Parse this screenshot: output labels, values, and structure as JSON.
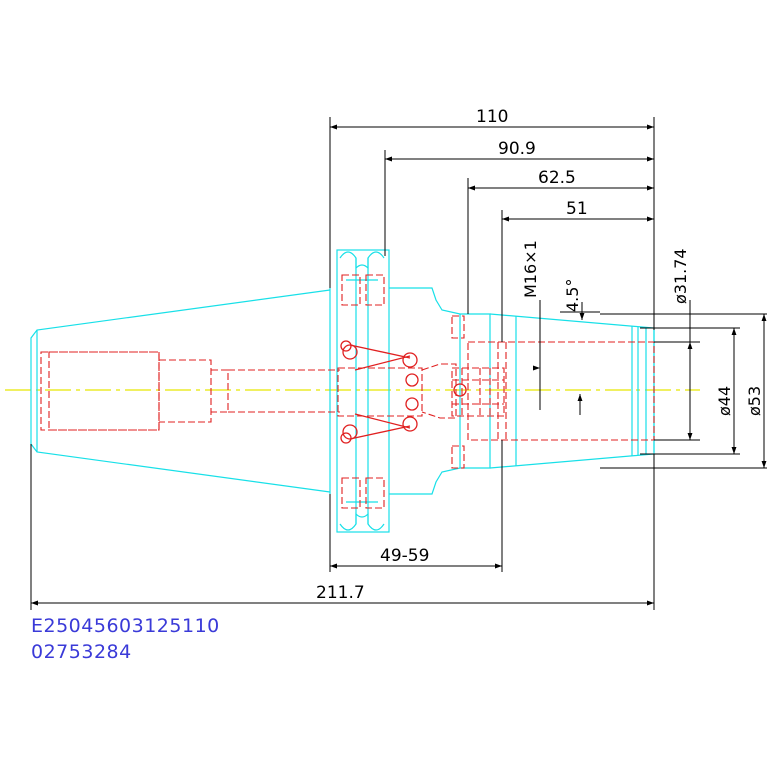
{
  "colors": {
    "body_outline": "#18e0e8",
    "hidden_lines": "#e02020",
    "center_line": "#e8e800",
    "dimension": "#000000",
    "code_text": "#3a3ad8"
  },
  "dimensions": {
    "d110": "110",
    "d90_9": "90.9",
    "d62_5": "62.5",
    "d51": "51",
    "d49_59": "49-59",
    "d211_7": "211.7",
    "thread": "M16×1",
    "angle": "4.5°",
    "dia_31_74": "ø31.74",
    "dia_44": "ø44",
    "dia_53": "ø53"
  },
  "part_codes": {
    "line1": "E25045603125110",
    "line2": "02753284"
  }
}
